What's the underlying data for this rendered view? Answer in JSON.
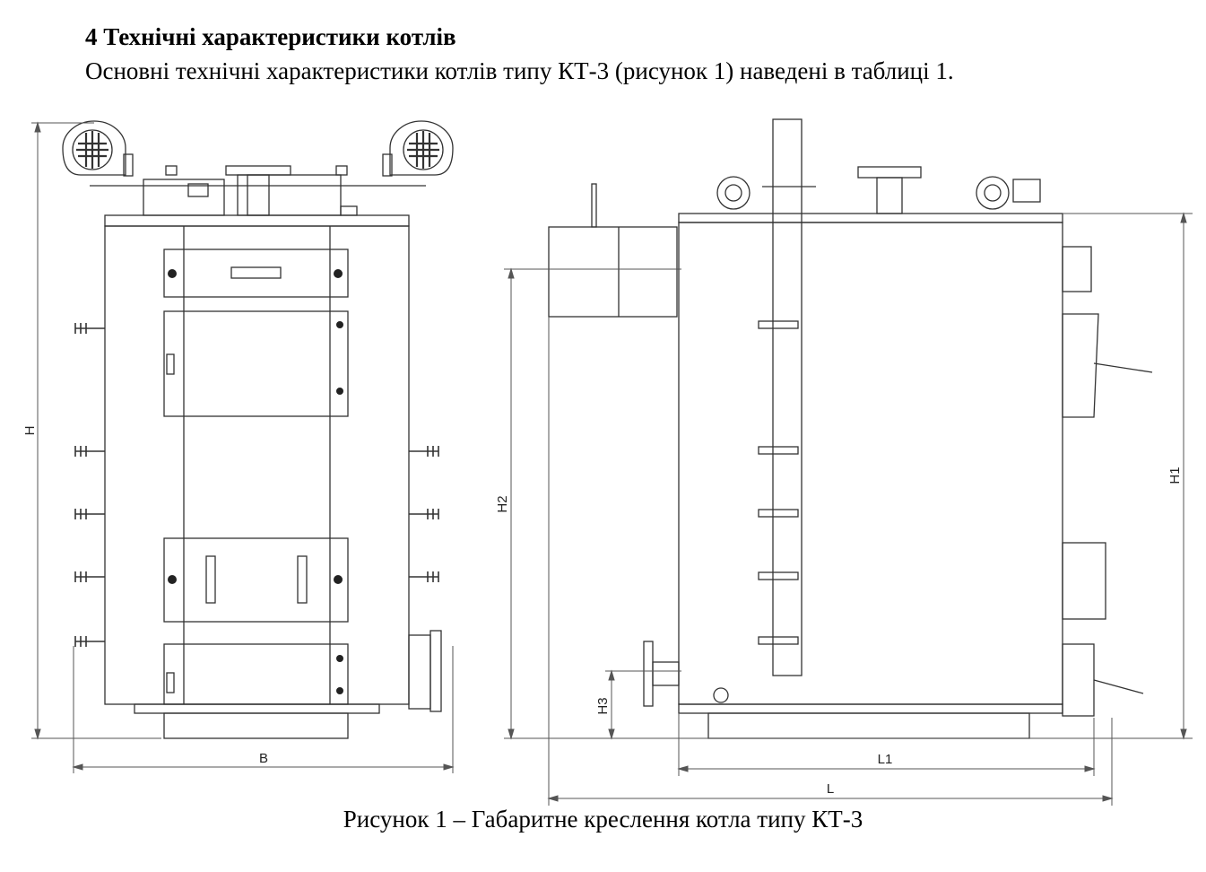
{
  "section": {
    "heading": "4 Технічні характеристики котлів",
    "intro": "Основні технічні характеристики котлів типу КТ-3 (рисунок 1) наведені в таблиці 1."
  },
  "figure": {
    "caption": "Рисунок 1 – Габаритне креслення котла типу КТ-3",
    "front_view_dimensions": {
      "height": "H",
      "width": "B"
    },
    "side_view_dimensions": {
      "total_length": "L",
      "body_length": "L1",
      "body_height": "H1",
      "flue_height": "H2",
      "inlet_height": "H3"
    }
  }
}
